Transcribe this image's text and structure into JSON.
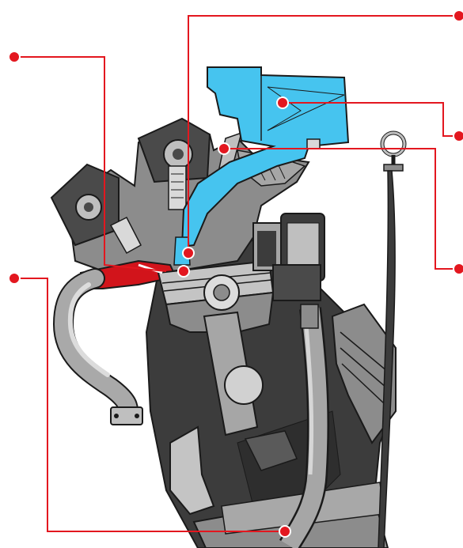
{
  "diagram": {
    "subject": "engine-cutaway",
    "callouts": [
      {
        "id": "callout-exhaust-port"
      },
      {
        "id": "callout-spark-plug"
      },
      {
        "id": "callout-air-intake-box"
      },
      {
        "id": "callout-fuel-injector"
      },
      {
        "id": "callout-oil-sump"
      }
    ]
  },
  "colors": {
    "callout": "#e3171f",
    "outline": "#1a1a1a",
    "dark": "#3c3c3c",
    "mid": "#8c8c8c",
    "light": "#c4c4c4",
    "pale": "#dddddd",
    "intake": "#46c4ef",
    "exhaust": "#d2141b"
  }
}
